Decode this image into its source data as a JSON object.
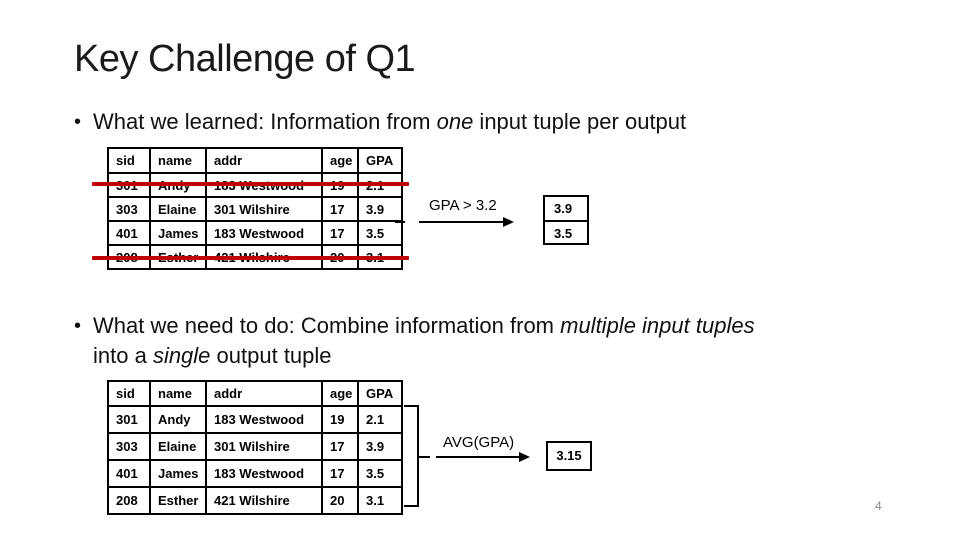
{
  "slide": {
    "title": "Key Challenge of Q1",
    "page_number": "4"
  },
  "bullet1": {
    "marker": "•",
    "prefix": "What we learned: Information from ",
    "italic": "one",
    "suffix": " input tuple per output"
  },
  "bullet2": {
    "marker": "•",
    "line1_prefix": "What we need to do: Combine information from ",
    "line1_italic": "multiple input tuples",
    "line2_prefix": "into a ",
    "line2_italic": "single",
    "line2_suffix": " output tuple"
  },
  "table": {
    "headers": [
      "sid",
      "name",
      "addr",
      "age",
      "GPA"
    ],
    "rows": [
      [
        "301",
        "Andy",
        "183 Westwood",
        "19",
        "2.1"
      ],
      [
        "303",
        "Elaine",
        "301 Wilshire",
        "17",
        "3.9"
      ],
      [
        "401",
        "James",
        "183 Westwood",
        "17",
        "3.5"
      ],
      [
        "208",
        "Esther",
        "421 Wilshire",
        "20",
        "3.1"
      ]
    ]
  },
  "selection": {
    "label": "GPA > 3.2",
    "struck_out_rows": [
      "301 Andy",
      "208 Esther"
    ],
    "results": [
      "3.9",
      "3.5"
    ]
  },
  "aggregation": {
    "label": "AVG(GPA)",
    "result": "3.15"
  },
  "colors": {
    "strike_red": "#c00000",
    "page_number_gray": "#8a8a8a"
  }
}
